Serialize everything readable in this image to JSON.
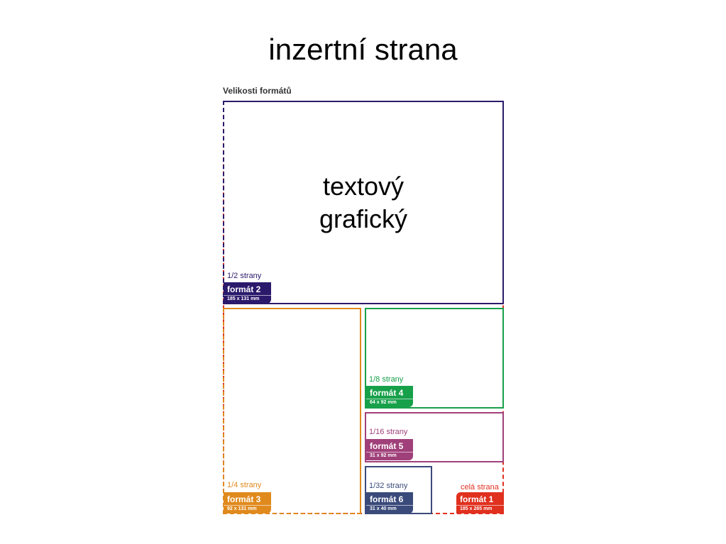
{
  "title": "inzertní strana",
  "caption": "Velikosti formátů",
  "center_text": {
    "line1": "textový",
    "line2": "grafický"
  },
  "colors": {
    "format1": "#e0301e",
    "format2": "#2b1a6b",
    "format3": "#e08a1e",
    "format4": "#17a04a",
    "format5": "#a0407a",
    "format6": "#3a4a7a"
  },
  "formats": {
    "f1": {
      "fraction": "celá strana",
      "name": "formát 1",
      "size": "185 x 265 mm"
    },
    "f2": {
      "fraction": "1/2 strany",
      "name": "formát 2",
      "size": "185 x 131 mm"
    },
    "f3": {
      "fraction": "1/4 strany",
      "name": "formát 3",
      "size": "92 x 131 mm"
    },
    "f4": {
      "fraction": "1/8 strany",
      "name": "formát 4",
      "size": "64 x 92 mm"
    },
    "f5": {
      "fraction": "1/16 strany",
      "name": "formát 5",
      "size": "31 x 92 mm"
    },
    "f6": {
      "fraction": "1/32 strany",
      "name": "formát 6",
      "size": "31 x 40 mm"
    }
  }
}
